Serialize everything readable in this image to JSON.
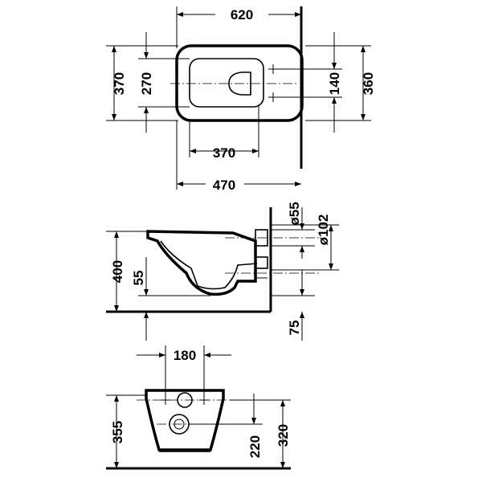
{
  "top_view": {
    "dims": {
      "overall_length": "620",
      "overall_width": "370",
      "inner_width": "270",
      "fixing_spacing": "140",
      "seat_width": "360",
      "fixing_to_front": "370",
      "seat_length": "470"
    }
  },
  "side_view": {
    "dims": {
      "inlet_diameter": "ø55",
      "outlet_diameter": "ø102",
      "rim_height": "400",
      "outlet_offset": "55",
      "floor_gap": "75"
    }
  },
  "front_view": {
    "dims": {
      "fixing_spacing": "180",
      "fixing_height": "355",
      "outlet_height": "220",
      "inlet_height": "320"
    }
  }
}
